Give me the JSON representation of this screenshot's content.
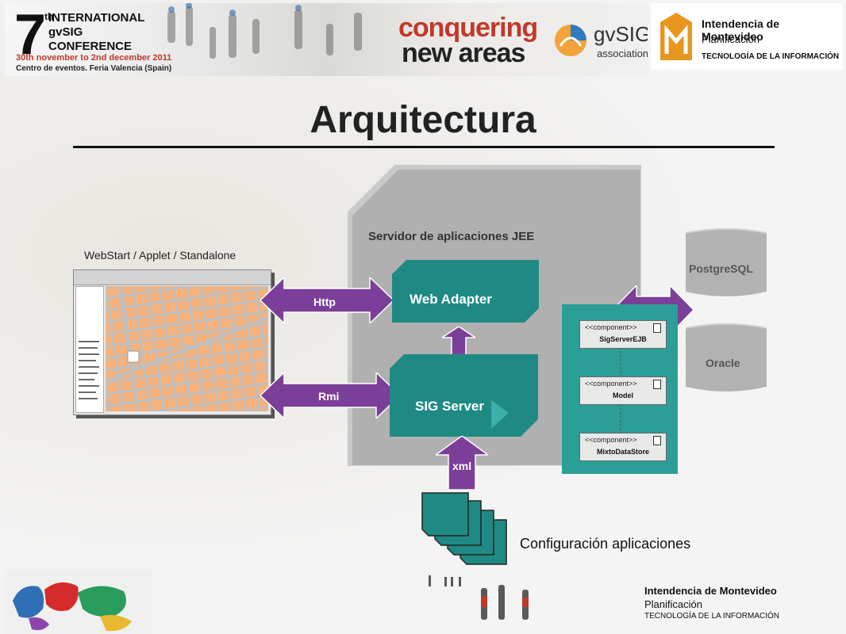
{
  "banner": {
    "number": "7",
    "superscript": "th",
    "line1": "INTERNATIONAL",
    "line2": "gvSIG",
    "line3": "CONFERENCE",
    "dates": "30th november to 2nd december 2011",
    "venue": "Centro de eventos. Feria Valencia (Spain)",
    "slogan1": "conquering",
    "slogan2": "new areas",
    "assoc_name": "gvSIG",
    "assoc_sub": "association"
  },
  "logo": {
    "line1": "Intendencia de Montevideo",
    "line2": "Planificación",
    "line3": "TECNOLOGÍA DE LA INFORMACIÓN"
  },
  "slide": {
    "title": "Arquitectura"
  },
  "diagram": {
    "client_label": "WebStart / Applet / Standalone",
    "server_label": "Servidor de aplicaciones JEE",
    "web_adapter": "Web Adapter",
    "sig_server": "SIG Server",
    "http_label": "Http",
    "rmi_label": "Rmi",
    "xml_label": "xml",
    "db1": "PostgreSQL",
    "db2": "Oracle",
    "components": [
      {
        "stereotype": "<<component>>",
        "name": "SigServerEJB"
      },
      {
        "stereotype": "<<component>>",
        "name": "Model"
      },
      {
        "stereotype": "<<component>>",
        "name": "MixtoDataStore"
      }
    ],
    "config_label": "Configuración aplicaciones"
  },
  "footer": {
    "line1": "Intendencia de Montevideo",
    "line2": "Planificación",
    "line3": "TECNOLOGÍA DE LA INFORMACIÓN"
  },
  "colors": {
    "teal": "#1e8a83",
    "purple": "#7b3f99",
    "server_gray": "#b0b0b0"
  }
}
